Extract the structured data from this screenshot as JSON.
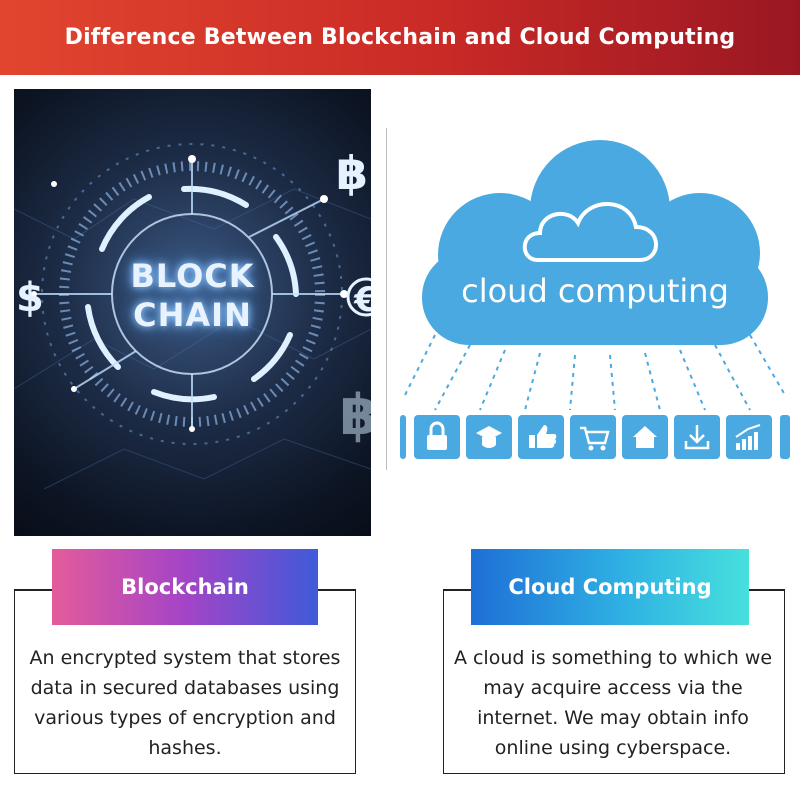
{
  "header": {
    "title": "Difference Between Blockchain and Cloud Computing"
  },
  "blockchain_image": {
    "text_line1": "BLOCK",
    "text_line2": "CHAIN",
    "icons": [
      "bitcoin-icon",
      "dollar-icon",
      "euro-icon",
      "bitcoin-icon"
    ]
  },
  "cloud_image": {
    "text": "cloud computing",
    "icons": [
      "lock-icon",
      "graduation-cap-icon",
      "thumbs-up-icon",
      "shopping-cart-icon",
      "home-icon",
      "download-icon",
      "bar-chart-icon"
    ]
  },
  "left_card": {
    "title": "Blockchain",
    "description": "An encrypted system that stores data in secured databases using various types of encryption and hashes."
  },
  "right_card": {
    "title": "Cloud Computing",
    "description": "A cloud is something to which we may acquire access via the internet. We may obtain info online using cyberspace."
  },
  "colors": {
    "banner_start": "#e2452f",
    "banner_end": "#9a1722",
    "cloud_blue": "#4aa9e0",
    "left_pill": [
      "#e45b9b",
      "#3f5ad9"
    ],
    "right_pill": [
      "#1e6fd6",
      "#47e0dd"
    ]
  }
}
